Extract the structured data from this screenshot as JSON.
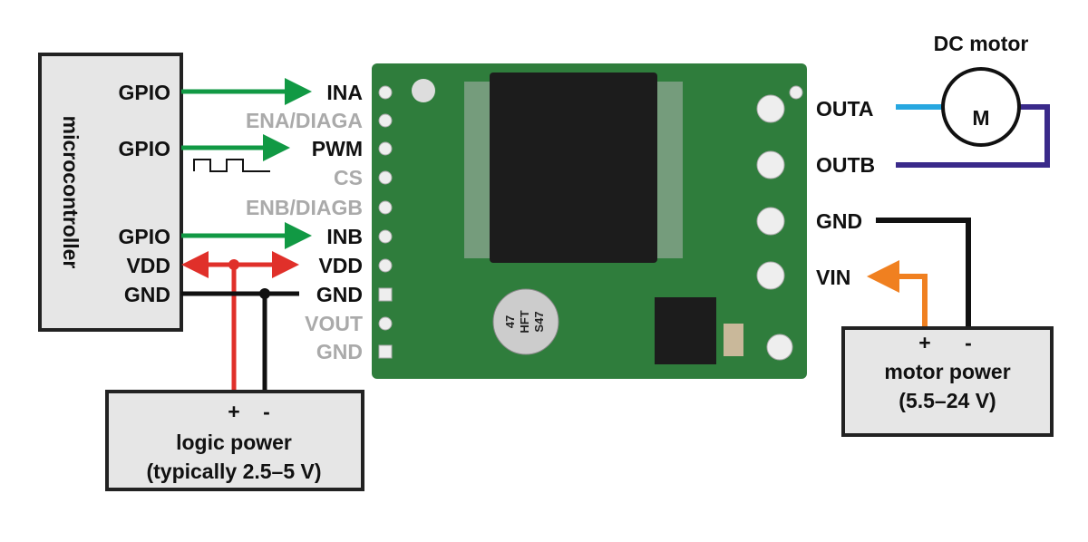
{
  "microcontroller": {
    "title": "microcontroller",
    "pins": [
      "GPIO",
      "GPIO",
      "GPIO",
      "VDD",
      "GND"
    ]
  },
  "board_pins_left": [
    {
      "label": "INA",
      "active": true
    },
    {
      "label": "ENA/DIAGA",
      "active": false
    },
    {
      "label": "PWM",
      "active": true
    },
    {
      "label": "CS",
      "active": false
    },
    {
      "label": "ENB/DIAGB",
      "active": false
    },
    {
      "label": "INB",
      "active": true
    },
    {
      "label": "VDD",
      "active": true
    },
    {
      "label": "GND",
      "active": true
    },
    {
      "label": "VOUT",
      "active": false
    },
    {
      "label": "GND",
      "active": false
    }
  ],
  "board_pins_right": [
    "OUTA",
    "OUTB",
    "GND",
    "VIN"
  ],
  "capacitor_marking": [
    "47",
    "HFT",
    "S47"
  ],
  "motor": {
    "title": "DC motor",
    "symbol": "M"
  },
  "logic_power": {
    "plus": "+",
    "minus": "-",
    "title": "logic power",
    "range": "(typically 2.5–5 V)"
  },
  "motor_power": {
    "plus": "+",
    "minus": "-",
    "title": "motor power",
    "range": "(5.5–24 V)"
  },
  "colors": {
    "signal": "#119944",
    "vdd": "#e0302a",
    "gnd": "#111111",
    "outa": "#27a7e0",
    "outb": "#3a2a8a",
    "vin": "#f08020",
    "pcb": "#2f7d3c"
  }
}
